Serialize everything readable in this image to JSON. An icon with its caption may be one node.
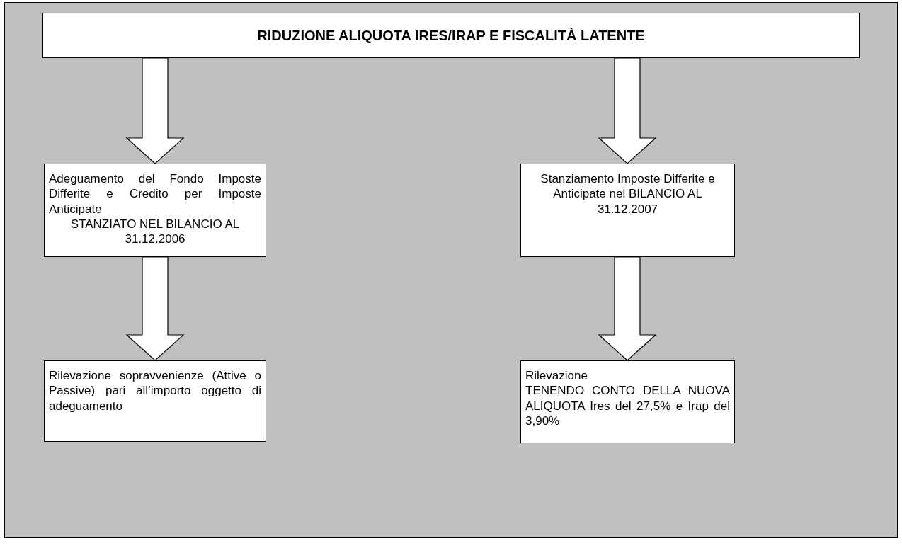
{
  "diagram": {
    "nodes": [
      {
        "text": [
          "RIDUZIONE ALIQUOTA IRES/IRAP E FISCALITÀ LATENTE"
        ]
      },
      {
        "text": [
          "Adeguamento del Fondo Imposte Differite e Credito per Imposte Anticipate",
          "STANZIATO NEL BILANCIO AL 31.12.2006"
        ]
      },
      {
        "text": [
          "Stanziamento Imposte Differite e Anticipate nel BILANCIO AL 31.12.2007"
        ]
      },
      {
        "text": [
          "Rilevazione sopravvenienze (Attive o Passive) pari all’importo oggetto di adeguamento"
        ]
      },
      {
        "text": [
          "Rilevazione",
          "TENENDO CONTO DELLA NUOVA ALIQUOTA Ires del 27,5% e Irap del 3,90%"
        ]
      }
    ],
    "edges": [
      {
        "from": 0,
        "to": 1,
        "arrow": "to"
      },
      {
        "from": 0,
        "to": 2,
        "arrow": "to"
      },
      {
        "from": 1,
        "to": 3,
        "arrow": "to"
      },
      {
        "from": 2,
        "to": 4,
        "arrow": "to"
      }
    ]
  }
}
